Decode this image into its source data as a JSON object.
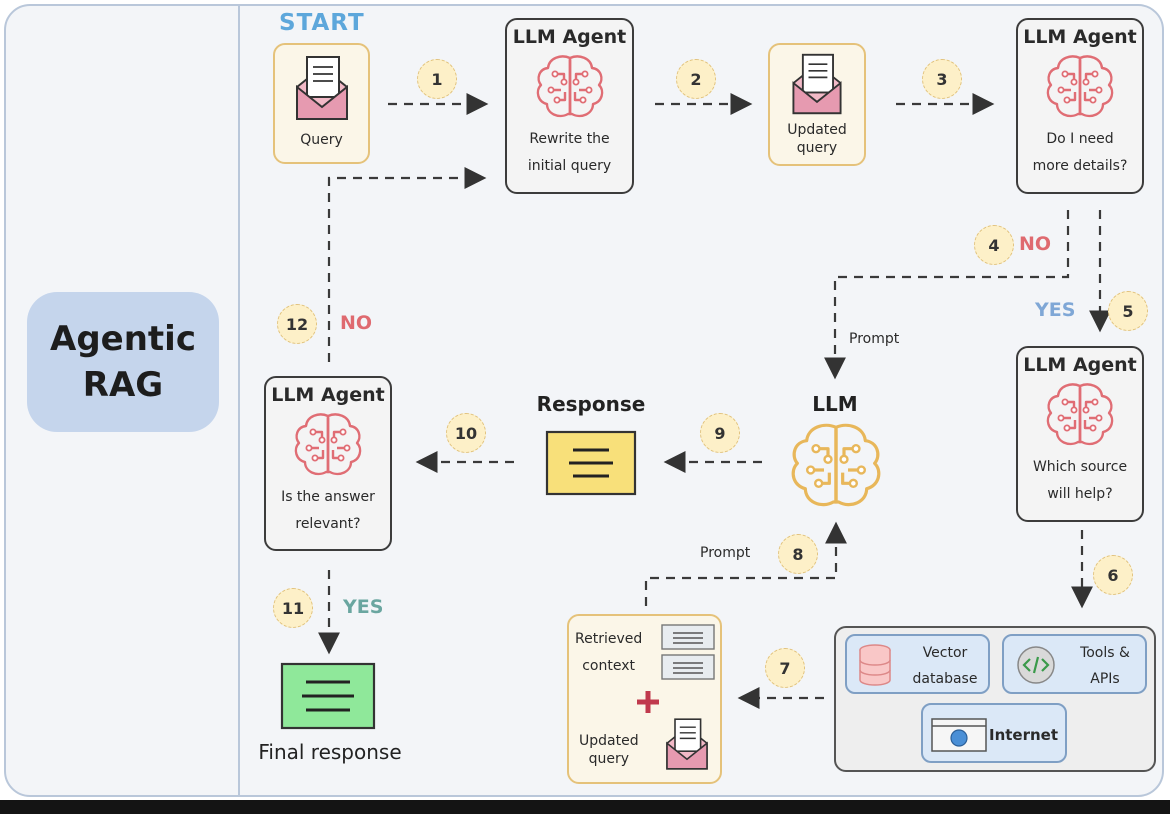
{
  "sidebar": {
    "title": "Agentic\nRAG"
  },
  "start_label": "START",
  "nodes": {
    "query": {
      "label": "Query"
    },
    "rewrite": {
      "title": "LLM Agent",
      "text": "Rewrite the\ninitial query"
    },
    "updated_query": {
      "label": "Updated\nquery"
    },
    "need_details": {
      "title": "LLM Agent",
      "text": "Do I need\nmore details?"
    },
    "which_source": {
      "title": "LLM Agent",
      "text": "Which source\nwill help?"
    },
    "llm": {
      "title": "LLM"
    },
    "response": {
      "title": "Response"
    },
    "relevant": {
      "title": "LLM Agent",
      "text": "Is the answer\nrelevant?"
    },
    "final": {
      "label": "Final response"
    },
    "retrieved": {
      "context_label": "Retrieved\ncontext",
      "query_label": "Updated\nquery"
    },
    "sources": {
      "vector_db": "Vector\ndatabase",
      "tools": "Tools &\nAPIs",
      "internet": "Internet"
    }
  },
  "steps": [
    "1",
    "2",
    "3",
    "4",
    "5",
    "6",
    "7",
    "8",
    "9",
    "10",
    "11",
    "12"
  ],
  "edge_labels": {
    "no_4": "NO",
    "yes_5": "YES",
    "prompt_4": "Prompt",
    "prompt_8": "Prompt",
    "no_12": "NO",
    "yes_11": "YES"
  },
  "colors": {
    "brain": "#e06d74",
    "llm_brain": "#e8b75a",
    "response_note": "#f8e07a",
    "final_note": "#8fe89a",
    "plus": "#c0394d"
  }
}
